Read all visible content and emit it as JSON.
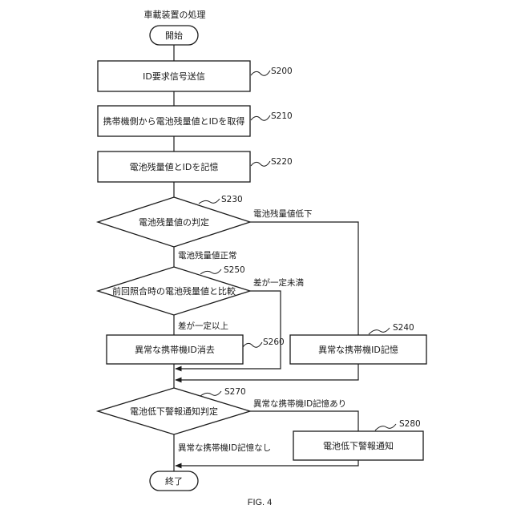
{
  "header": {
    "title": "車載装置の処理"
  },
  "terminals": {
    "start": "開始",
    "end": "終了"
  },
  "steps": {
    "s200": {
      "id": "S200",
      "label": "ID要求信号送信"
    },
    "s210": {
      "id": "S210",
      "label": "携帯機側から電池残量値とIDを取得"
    },
    "s220": {
      "id": "S220",
      "label": "電池残量値とIDを記憶"
    },
    "s230": {
      "id": "S230",
      "label": "電池残量値の判定"
    },
    "s250": {
      "id": "S250",
      "label": "前回照合時の電池残量値と比較"
    },
    "s260": {
      "id": "S260",
      "label": "異常な携帯機ID消去"
    },
    "s240": {
      "id": "S240",
      "label": "異常な携帯機ID記憶"
    },
    "s270": {
      "id": "S270",
      "label": "電池低下警報通知判定"
    },
    "s280": {
      "id": "S280",
      "label": "電池低下警報通知"
    }
  },
  "branches": {
    "s230_low": "電池残量値低下",
    "s230_normal": "電池残量値正常",
    "s250_below": "差が一定未満",
    "s250_above": "差が一定以上",
    "s270_yes": "異常な携帯機ID記憶あり",
    "s270_no": "異常な携帯機ID記憶なし"
  },
  "figure": {
    "caption": "FIG. 4"
  }
}
